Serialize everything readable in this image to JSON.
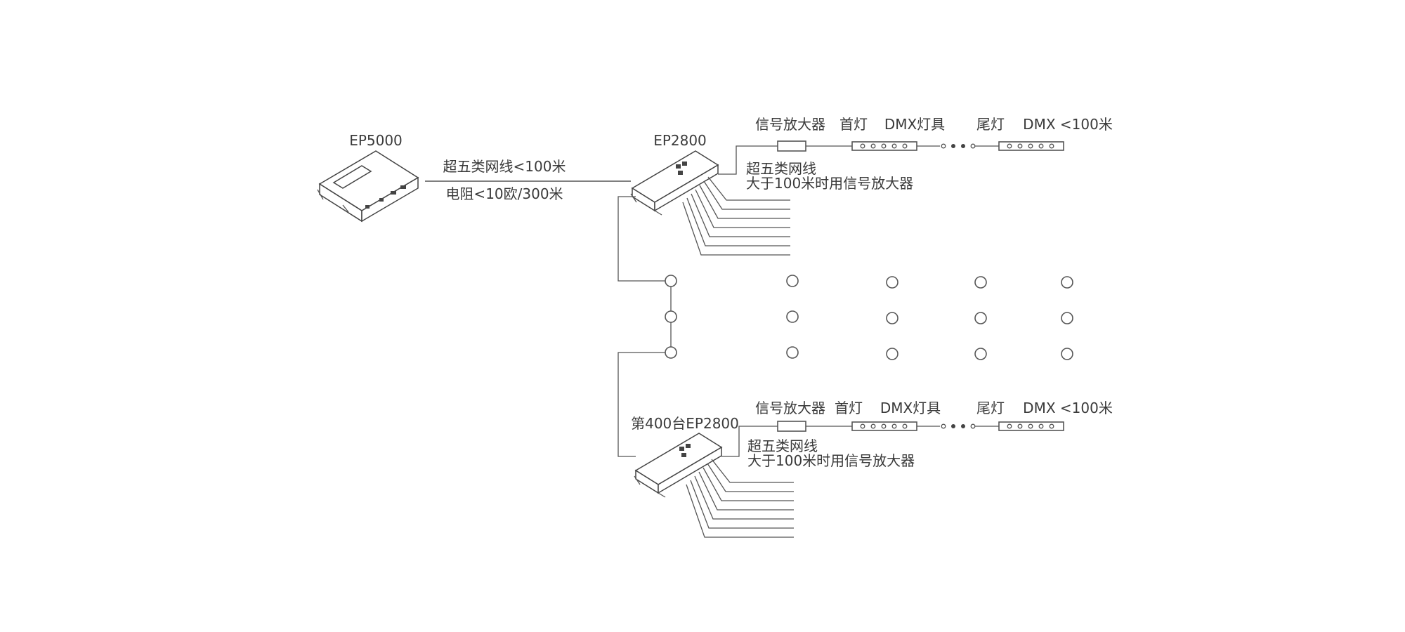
{
  "master": {
    "label": "EP5000"
  },
  "trunk": {
    "cable_label": "超五类网线<100米",
    "resistance_label": "电阻<10欧/300米"
  },
  "controller_first": {
    "label": "EP2800"
  },
  "controller_last": {
    "label": "第400台EP2800"
  },
  "dmx_chain": {
    "amplifier_label": "信号放大器",
    "first_light_label": "首灯",
    "fixture_label": "DMX灯具",
    "last_light_label": "尾灯",
    "distance_label": "DMX <100米",
    "cable_label": "超五类网线",
    "amp_note": "大于100米时用信号放大器"
  }
}
